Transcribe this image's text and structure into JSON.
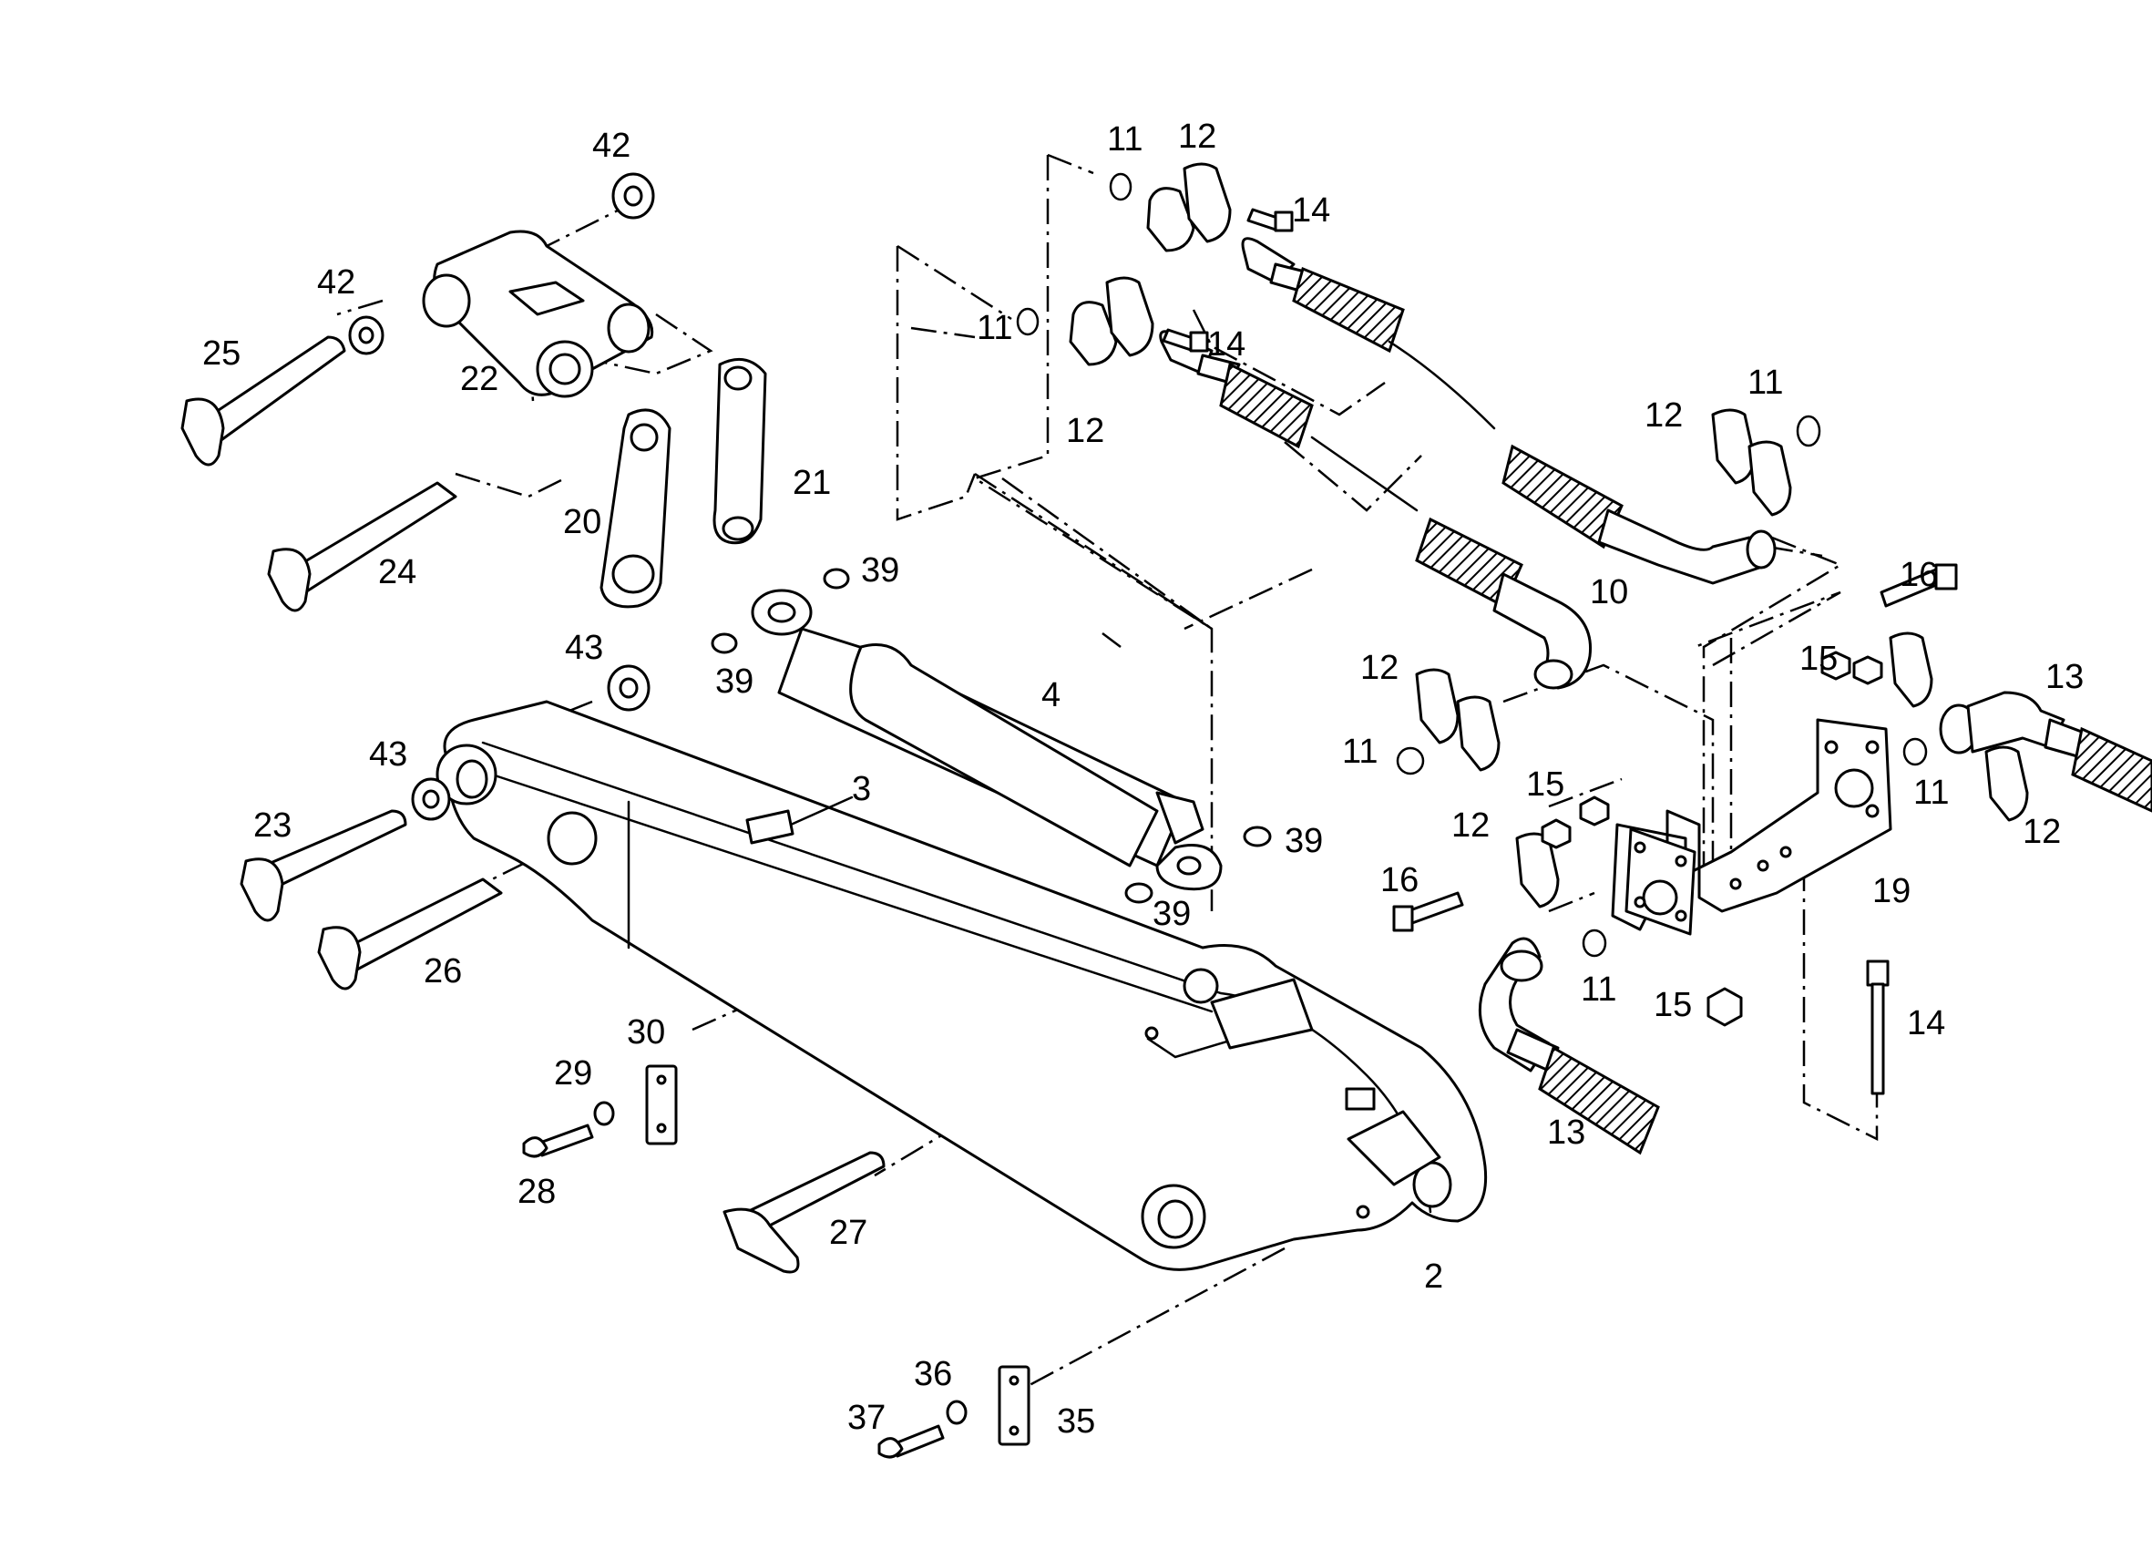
{
  "labels": {
    "l2": "2",
    "l3": "3",
    "l4": "4",
    "l10": "10",
    "l11a": "11",
    "l11b": "11",
    "l11c": "11",
    "l11d": "11",
    "l11e": "11",
    "l11f": "11",
    "l12a": "12",
    "l12b": "12",
    "l12c": "12",
    "l12d": "12",
    "l12e": "12",
    "l12f": "12",
    "l13a": "13",
    "l13b": "13",
    "l14a": "14",
    "l14b": "14",
    "l14c": "14",
    "l15a": "15",
    "l15b": "15",
    "l15c": "15",
    "l16a": "16",
    "l16b": "16",
    "l19": "19",
    "l20": "20",
    "l21": "21",
    "l22": "22",
    "l23": "23",
    "l24": "24",
    "l25": "25",
    "l26": "26",
    "l27": "27",
    "l28": "28",
    "l29": "29",
    "l30": "30",
    "l35": "35",
    "l36": "36",
    "l37": "37",
    "l39a": "39",
    "l39b": "39",
    "l39c": "39",
    "l39d": "39",
    "l42a": "42",
    "l42b": "42",
    "l43a": "43",
    "l43b": "43"
  }
}
